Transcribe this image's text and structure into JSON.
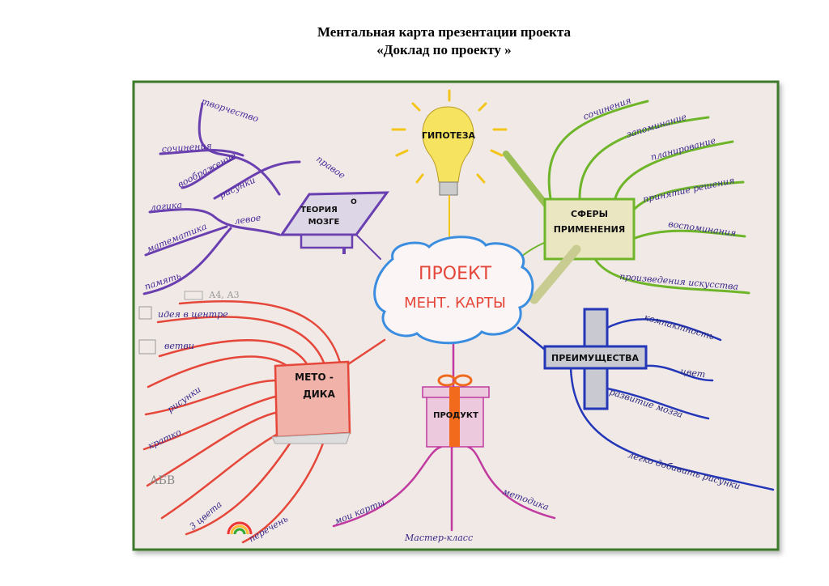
{
  "document": {
    "title_line1": "Ментальная карта презентации проекта",
    "title_line2": "«Доклад по проекту »"
  },
  "mindmap": {
    "center": {
      "line1": "ПРОЕКТ",
      "line2": "МЕНТ. КАРТЫ"
    },
    "hypothesis": {
      "label": "ГИПОТЕЗА"
    },
    "brain_theory": {
      "line1": "ТЕОРИЯ",
      "line2": "О",
      "line3": "МОЗГЕ",
      "right": "правое",
      "left": "левое",
      "right_items": [
        "творчество",
        "сочинения",
        "воображение",
        "рисунки"
      ],
      "left_items": [
        "логика",
        "математика",
        "память"
      ]
    },
    "spheres": {
      "line1": "СФЕРЫ",
      "line2": "ПРИМЕНЕНИЯ",
      "items": [
        "сочинения",
        "запоминание",
        "планирование",
        "принятие решения",
        "воспоминания",
        "произведения искусства"
      ]
    },
    "advantages": {
      "label": "ПРЕИМУЩЕСТВА",
      "items": [
        "компактность",
        "цвет",
        "развитие мозга",
        "легко добавить рисунки"
      ]
    },
    "method": {
      "line1": "МЕТО -",
      "line2": "ДИКА",
      "items": [
        "А4, А3",
        "идея в центре",
        "ветви",
        "рисунки",
        "кратко",
        "АБВ",
        "3 цвета",
        "перечень"
      ]
    },
    "product": {
      "label": "ПРОДУКТ",
      "items": [
        "мои карты",
        "Мастер-класс",
        "методика"
      ]
    },
    "colors": {
      "purple": "#6a3fb0",
      "green": "#6fb52a",
      "blue": "#2437b8",
      "red": "#e5473a",
      "pink": "#c03aa0",
      "frame": "#3d7a2c"
    }
  }
}
